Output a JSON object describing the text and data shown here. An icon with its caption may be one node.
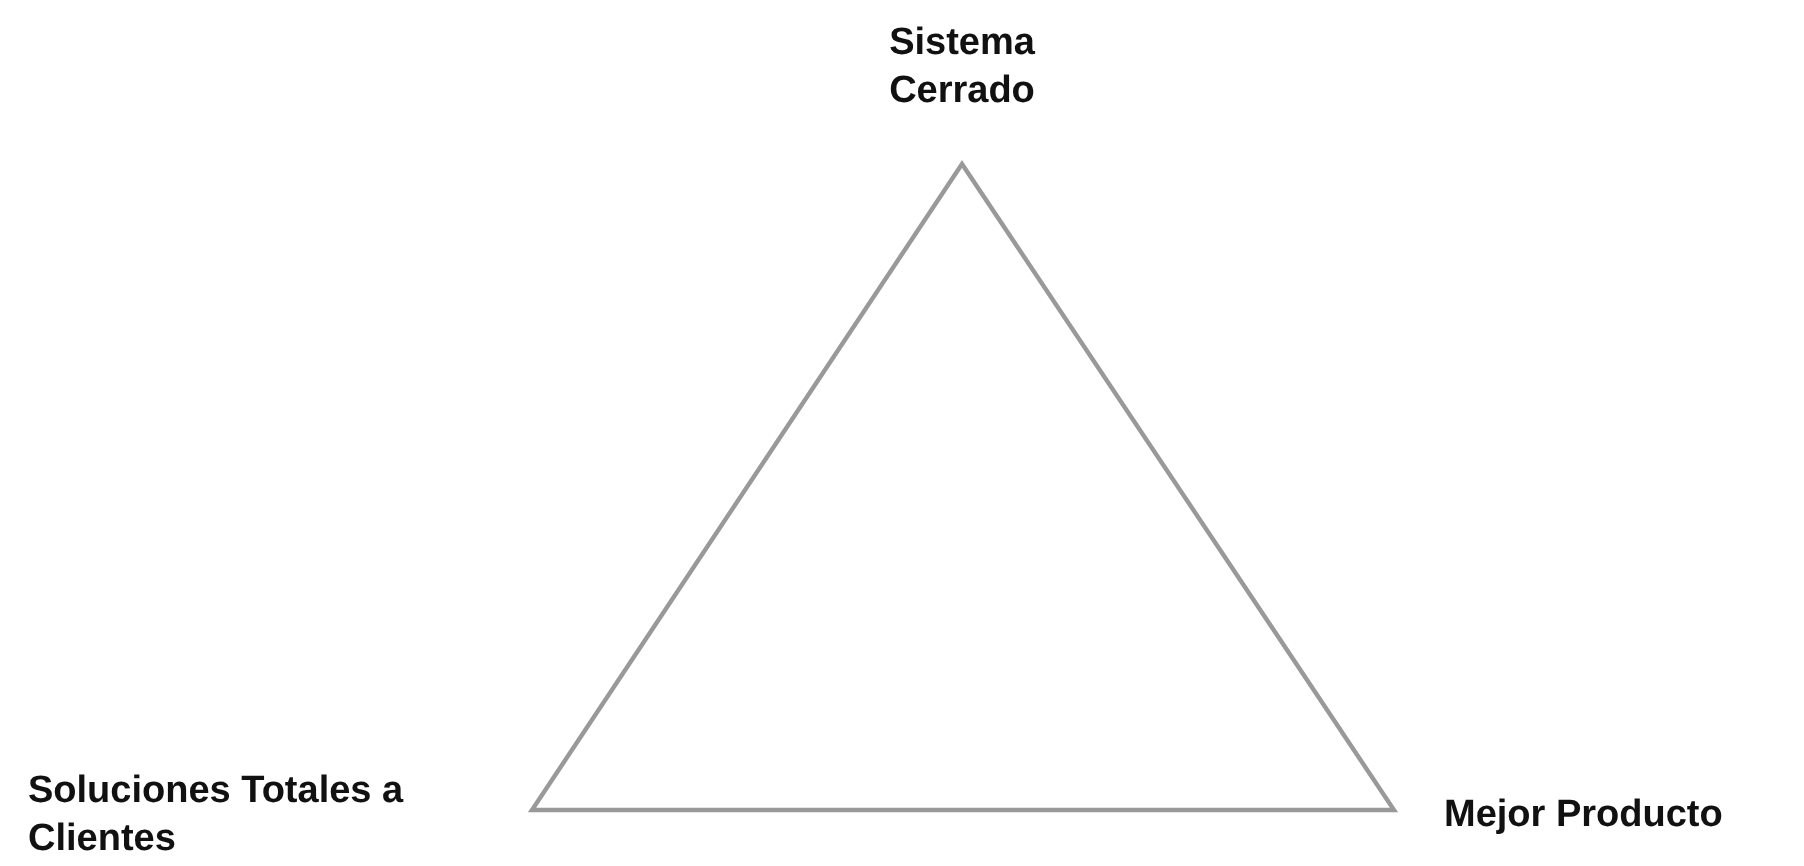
{
  "diagram": {
    "labels": [
      "Sistema Cerrado",
      "Soluciones Totales a Clientes",
      "Mejor Producto"
    ]
  }
}
